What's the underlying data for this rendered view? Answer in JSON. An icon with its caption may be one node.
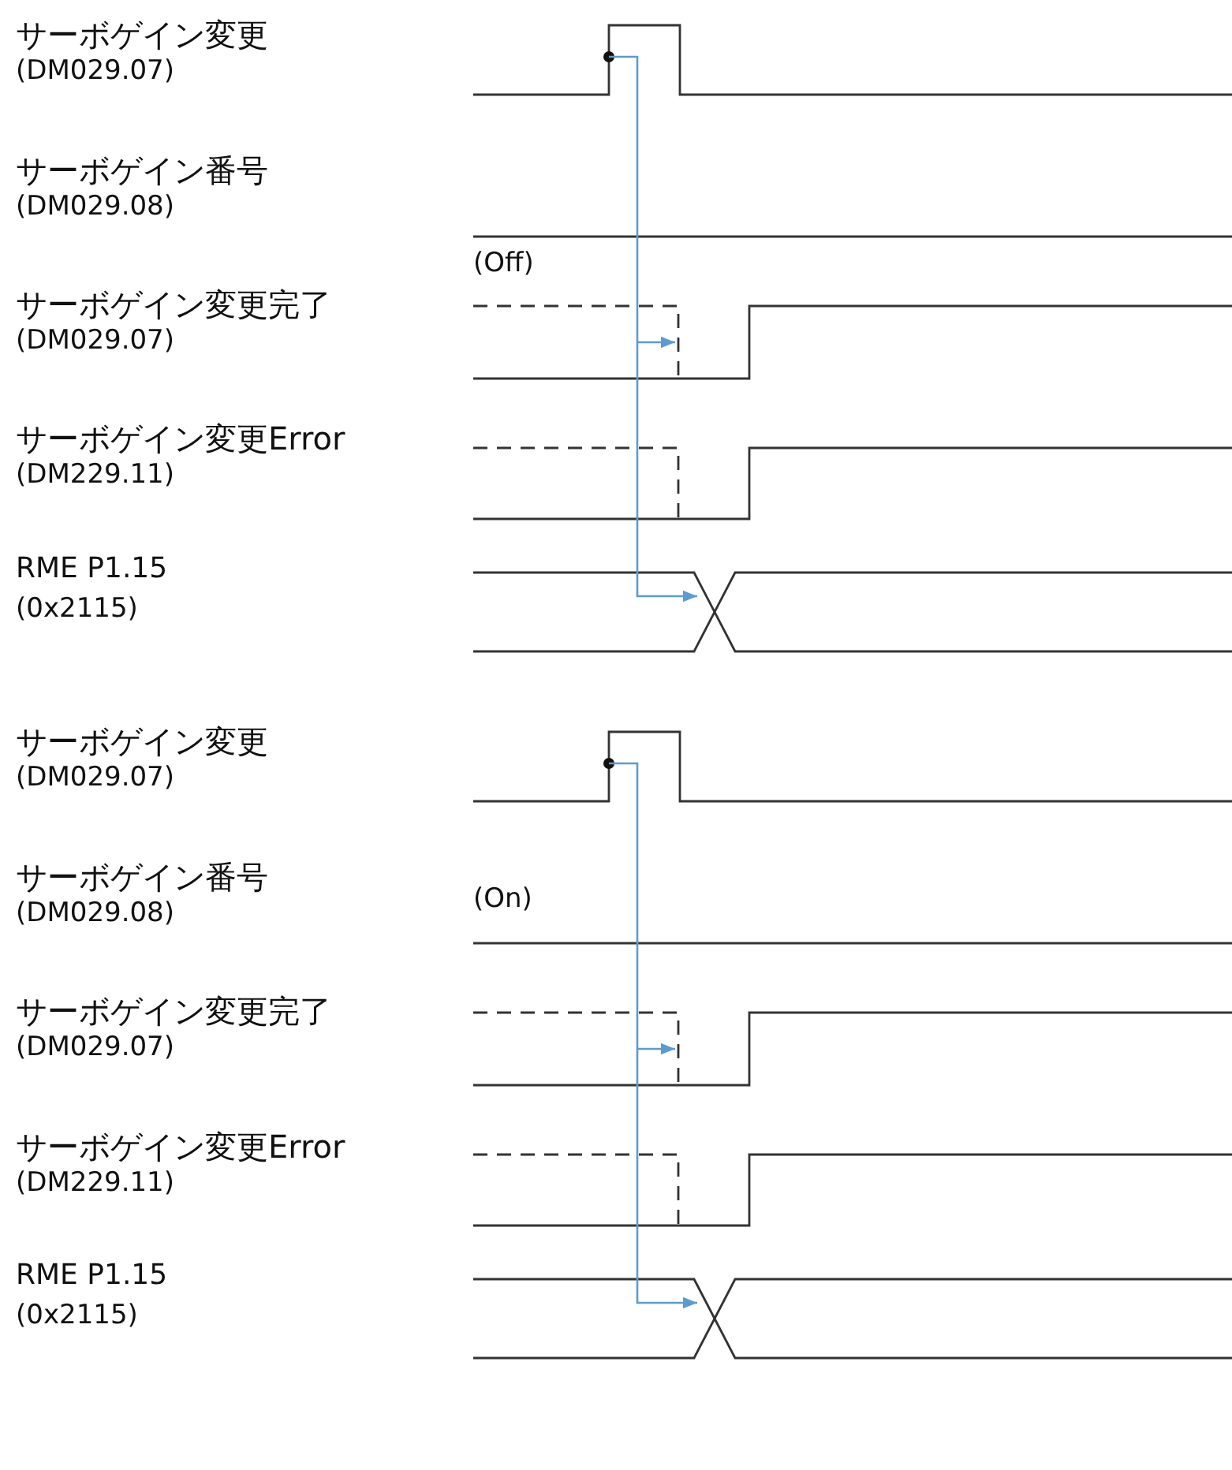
{
  "diagram": {
    "labels": [
      "サーボゲイン変更",
      "(DM029.07)",
      "サーボゲイン番号",
      "(DM029.08)",
      "(Off)",
      "サーボゲイン変更完了",
      "(DM029.07)",
      "サーボゲイン変更Error",
      "(DM229.11)",
      "RME P1.15",
      "(0x2115)",
      "サーボゲイン変更",
      "(DM029.07)",
      "サーボゲイン番号",
      "(On)",
      "(DM029.08)",
      "サーボゲイン変更完了",
      "(DM029.07)",
      "サーボゲイン変更Error",
      "(DM229.11)",
      "RME P1.15",
      "(0x2115)"
    ]
  }
}
